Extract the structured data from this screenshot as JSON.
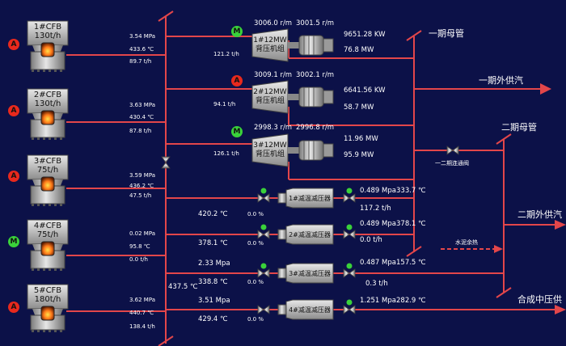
{
  "boilers": [
    {
      "name": "1#CFB",
      "capacity": "130t/h",
      "status": "A",
      "pressure": "3.54 MPa",
      "temp": "433.6 ℃",
      "flow": "89.7 t/h"
    },
    {
      "name": "2#CFB",
      "capacity": "130t/h",
      "status": "A",
      "pressure": "3.63 MPa",
      "temp": "430.4 ℃",
      "flow": "87.8 t/h"
    },
    {
      "name": "3#CFB",
      "capacity": "75t/h",
      "status": "A",
      "pressure": "3.59 MPa",
      "temp": "436.2 ℃",
      "flow": "47.5 t/h"
    },
    {
      "name": "4#CFB",
      "capacity": "75t/h",
      "status": "M",
      "pressure": "0.02 MPa",
      "temp": "95.8 ℃",
      "flow": "0.0 t/h"
    },
    {
      "name": "5#CFB",
      "capacity": "180t/h",
      "status": "A",
      "pressure": "3.62 MPa",
      "temp": "440.7 ℃",
      "flow": "138.4 t/h"
    }
  ],
  "turbines": [
    {
      "name": "1#12MW",
      "name2": "背压机组",
      "status": "M",
      "speed_a": "3006.0 r/m",
      "speed_b": "3001.5 r/m",
      "inflow": "121.2 t/h",
      "power": "9651.28 KW",
      "out": "76.8 MW"
    },
    {
      "name": "2#12MW",
      "name2": "背压机组",
      "status": "A",
      "speed_a": "3009.1 r/m",
      "speed_b": "3002.1 r/m",
      "inflow": "94.1 t/h",
      "power": "6641.56 KW",
      "out": "58.7 MW"
    },
    {
      "name": "3#12MW",
      "name2": "背压机组",
      "status": "M",
      "speed_a": "2998.3 r/m",
      "speed_b": "2996.8 r/m",
      "inflow": "126.1 t/h",
      "power": "11.96 MW",
      "out": "95.9 MW"
    }
  ],
  "reducers": [
    {
      "name": "1#减温减压器",
      "in_temp": "420.2 ℃",
      "valve_in": "0.0 %",
      "out_press": "0.489 Mpa",
      "out_temp": "333.7 ℃",
      "out_flow": "117.2 t/h"
    },
    {
      "name": "2#减温减压器",
      "in_temp": "378.1 ℃",
      "valve_in": "0.0 %",
      "out_press": "0.489 Mpa",
      "out_temp": "378.1 ℃",
      "out_flow": "0.0 t/h"
    },
    {
      "name": "3#减温减压器",
      "in_press": "2.33 Mpa",
      "in_temp": "338.8 ℃",
      "valve_in": "0.0 %",
      "out_press": "0.487 Mpa",
      "out_temp": "157.5 ℃",
      "out_flow": "0.3 t/h"
    },
    {
      "name": "4#减温减压器",
      "in_press": "3.51 Mpa",
      "in_temp": "429.4 ℃",
      "valve_in": "0.0 %",
      "out_press": "1.251 Mpa",
      "out_temp": "282.9 ℃"
    }
  ],
  "header_temp": "437.5 ℃",
  "labels": {
    "phase1_header": "一期母管",
    "phase1_supply": "一期外供汽",
    "phase2_header": "二期母管",
    "tie_valve": "一二期连通阀",
    "phase2_supply": "二期外供汽",
    "cement_heat": "水泥余热",
    "medium_supply": "合成中压供"
  }
}
